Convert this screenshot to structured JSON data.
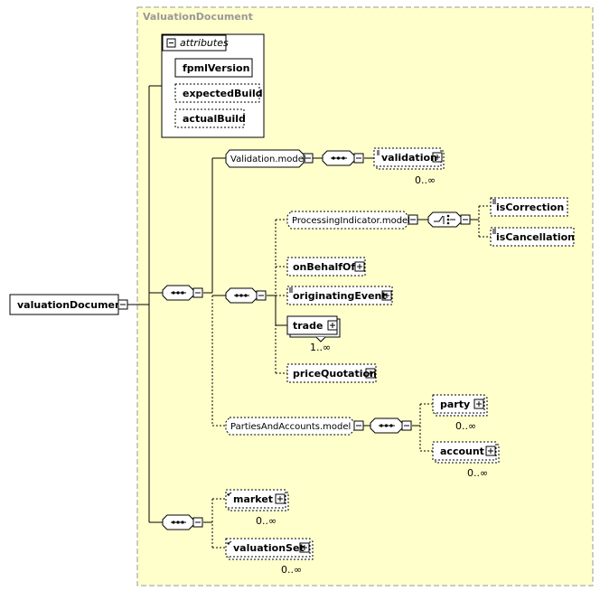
{
  "complex_type": {
    "title": "ValuationDocument"
  },
  "root": {
    "label": "valuationDocument"
  },
  "attributes": {
    "header": "attributes",
    "items": [
      "fpmlVersion",
      "expectedBuild",
      "actualBuild"
    ]
  },
  "validation_model": {
    "label": "Validation.model"
  },
  "validation": {
    "label": "validation",
    "occurs": "0..∞"
  },
  "processing_indicator_model": {
    "label": "ProcessingIndicator.model"
  },
  "is_correction": {
    "label": "isCorrection"
  },
  "is_cancellation": {
    "label": "isCancellation"
  },
  "on_behalf_of": {
    "label": "onBehalfOf"
  },
  "originating_event": {
    "label": "originatingEvent"
  },
  "trade": {
    "label": "trade",
    "occurs": "1..∞"
  },
  "price_quotation": {
    "label": "priceQuotation"
  },
  "parties_model": {
    "label": "PartiesAndAccounts.model"
  },
  "party": {
    "label": "party",
    "occurs": "0..∞"
  },
  "account": {
    "label": "account",
    "occurs": "0..∞"
  },
  "market": {
    "label": "market",
    "occurs": "0..∞"
  },
  "valuation_set": {
    "label": "valuationSet",
    "occurs": "0..∞"
  }
}
